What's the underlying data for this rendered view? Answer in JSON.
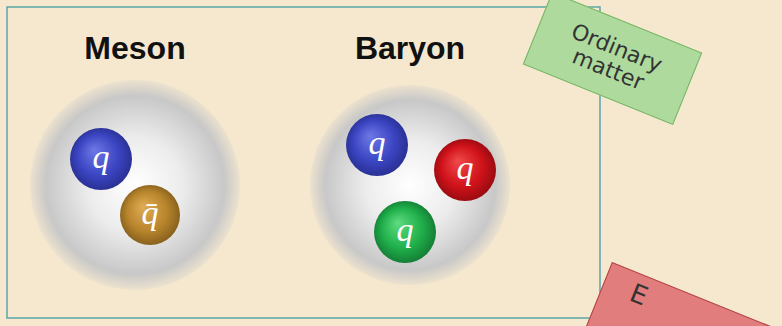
{
  "diagram": {
    "nodes": [
      {
        "text": [
          "Meson"
        ]
      },
      {
        "text": [
          "q"
        ],
        "in": 0
      },
      {
        "text": [
          "q̄"
        ],
        "in": 0
      },
      {
        "text": [
          "Baryon"
        ]
      },
      {
        "text": [
          "q"
        ],
        "in": 3
      },
      {
        "text": [
          "q"
        ],
        "in": 3
      },
      {
        "text": [
          "q"
        ],
        "in": 3
      },
      {
        "text": [
          "Ordinary matter"
        ]
      },
      {
        "text": [
          "E"
        ]
      }
    ]
  }
}
